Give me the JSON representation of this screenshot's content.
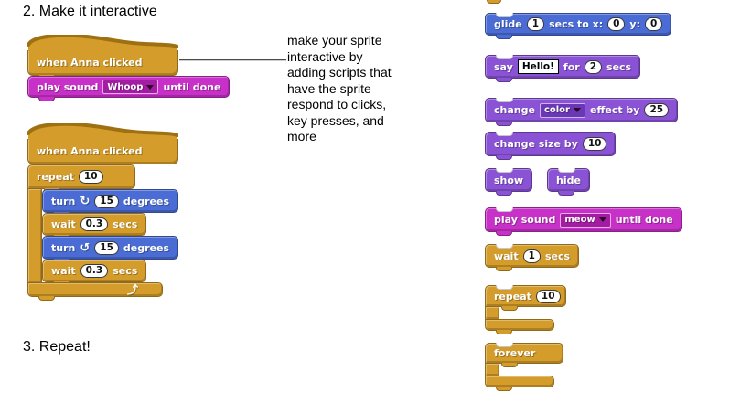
{
  "headings": {
    "step2": "2. Make it interactive",
    "step3": "3. Repeat!"
  },
  "note": "make your sprite\ninteractive by\nadding scripts that\nhave the sprite\nrespond to clicks,\nkey presses, and\nmore",
  "colors": {
    "block_gold": "#d49c2a",
    "block_gold_crest": "#9f7011",
    "block_blue": "#4a6cd4",
    "block_purple": "#8a52d4",
    "block_magenta": "#c831c8"
  },
  "icons": {
    "rotate_cw": "↻",
    "rotate_ccw": "↺",
    "loop_arrow": "⤴"
  },
  "script1": {
    "hat": "when Anna clicked",
    "play_sound": {
      "t1": "play sound",
      "sound": "Whoop",
      "t2": "until done"
    }
  },
  "script2": {
    "hat": "when Anna clicked",
    "repeat": {
      "t1": "repeat",
      "count": "10"
    },
    "turn_cw": {
      "t1": "turn",
      "value": "15",
      "t2": "degrees"
    },
    "wait_a": {
      "t1": "wait",
      "value": "0.3",
      "t2": "secs"
    },
    "turn_ccw": {
      "t1": "turn",
      "value": "15",
      "t2": "degrees"
    },
    "wait_b": {
      "t1": "wait",
      "value": "0.3",
      "t2": "secs"
    }
  },
  "palette": {
    "glide": {
      "t1": "glide",
      "v1": "1",
      "t2": "secs to x:",
      "v2": "0",
      "t3": "y:",
      "v3": "0"
    },
    "say": {
      "t1": "say",
      "message": "Hello!",
      "t2": "for",
      "v": "2",
      "t3": "secs"
    },
    "change_effect": {
      "t1": "change",
      "effect": "color",
      "t2": "effect by",
      "v": "25"
    },
    "change_size": {
      "t1": "change size by",
      "v": "10"
    },
    "show": "show",
    "hide": "hide",
    "play_sound": {
      "t1": "play sound",
      "sound": "meow",
      "t2": "until done"
    },
    "wait": {
      "t1": "wait",
      "v": "1",
      "t2": "secs"
    },
    "repeat": {
      "t1": "repeat",
      "v": "10"
    },
    "forever": "forever"
  }
}
